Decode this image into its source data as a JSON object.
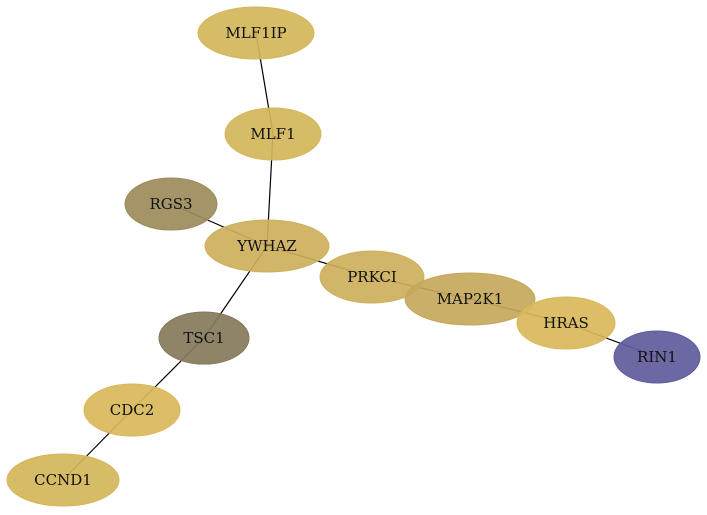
{
  "graph": {
    "nodes": [
      {
        "id": "MLF1IP",
        "label": "MLF1IP",
        "color": "#d4b65a"
      },
      {
        "id": "MLF1",
        "label": "MLF1",
        "color": "#d4b65a"
      },
      {
        "id": "RGS3",
        "label": "RGS3",
        "color": "#9c8b5a"
      },
      {
        "id": "YWHAZ",
        "label": "YWHAZ",
        "color": "#cdb05c"
      },
      {
        "id": "PRKCI",
        "label": "PRKCI",
        "color": "#cdb05c"
      },
      {
        "id": "MAP2K1",
        "label": "MAP2K1",
        "color": "#c4a85a"
      },
      {
        "id": "HRAS",
        "label": "HRAS",
        "color": "#d8b85a"
      },
      {
        "id": "RIN1",
        "label": "RIN1",
        "color": "#5e5b9c"
      },
      {
        "id": "TSC1",
        "label": "TSC1",
        "color": "#867a5b"
      },
      {
        "id": "CDC2",
        "label": "CDC2",
        "color": "#d8b85a"
      },
      {
        "id": "CCND1",
        "label": "CCND1",
        "color": "#d4b65a"
      }
    ],
    "edges": [
      {
        "from": "MLF1IP",
        "to": "MLF1"
      },
      {
        "from": "MLF1",
        "to": "YWHAZ"
      },
      {
        "from": "RGS3",
        "to": "YWHAZ"
      },
      {
        "from": "YWHAZ",
        "to": "PRKCI"
      },
      {
        "from": "YWHAZ",
        "to": "TSC1"
      },
      {
        "from": "PRKCI",
        "to": "MAP2K1"
      },
      {
        "from": "MAP2K1",
        "to": "HRAS"
      },
      {
        "from": "HRAS",
        "to": "RIN1"
      },
      {
        "from": "TSC1",
        "to": "CDC2"
      },
      {
        "from": "CDC2",
        "to": "CCND1"
      }
    ]
  }
}
